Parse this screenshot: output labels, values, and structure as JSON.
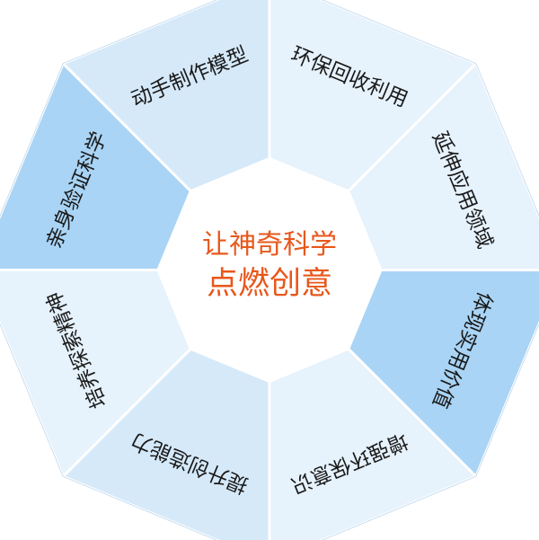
{
  "diagram": {
    "center": {
      "line1": "让神奇科学",
      "line2": "点燃创意"
    },
    "segments": [
      {
        "label": "动手制作模型",
        "fill": "#d5e9f9"
      },
      {
        "label": "环保回收利用",
        "fill": "#e6f2fc"
      },
      {
        "label": "延伸应用领域",
        "fill": "#e6f2fc"
      },
      {
        "label": "体现实用价值",
        "fill": "#a9d4f5"
      },
      {
        "label": "增强环保意识",
        "fill": "#e6f2fc"
      },
      {
        "label": "提升创造能力",
        "fill": "#d5e9f9"
      },
      {
        "label": "培养探索精神",
        "fill": "#e6f2fc"
      },
      {
        "label": "亲身验证科学",
        "fill": "#a9d4f5"
      }
    ],
    "colors": {
      "center_text": "#e8571b",
      "segment_border": "#ffffff",
      "outer_border": "#c8def0",
      "inner_fill": "#ffffff"
    }
  }
}
